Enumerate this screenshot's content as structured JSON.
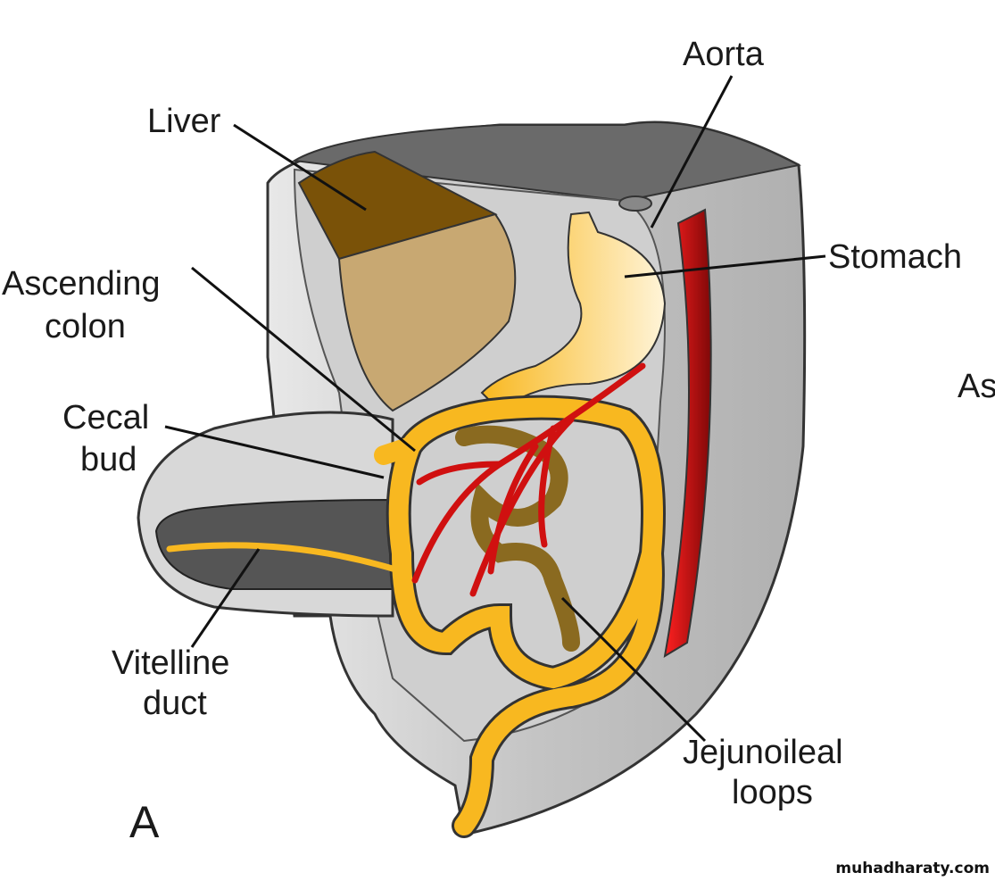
{
  "figure_letter": "A",
  "labels": {
    "aorta": "Aorta",
    "liver": "Liver",
    "stomach": "Stomach",
    "ascending_colon_1": "Ascending",
    "ascending_colon_2": "colon",
    "cecal_bud_1": "Cecal",
    "cecal_bud_2": "bud",
    "vitelline_duct_1": "Vitelline",
    "vitelline_duct_2": "duct",
    "jejunoileal_loops_1": "Jejunoileal",
    "jejunoileal_loops_2": "loops",
    "cut_off": "As"
  },
  "watermark": "muhadharaty.com",
  "colors": {
    "gut": "#f8b820",
    "artery": "#e01010",
    "liver": "#7a5208",
    "tissue": "#c8c8c8"
  }
}
